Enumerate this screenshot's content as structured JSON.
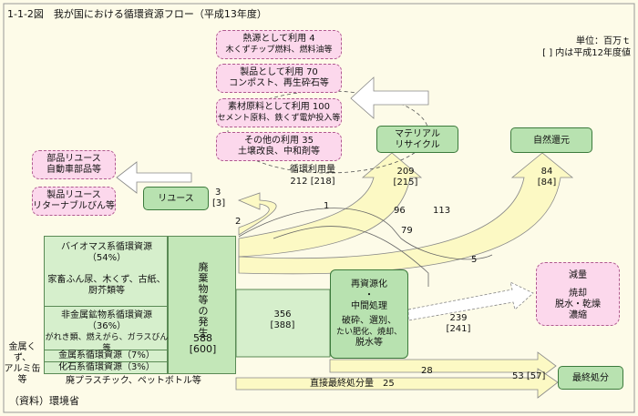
{
  "title": "1-1-2図　我が国における循環資源フロー（平成13年度）",
  "units": "単位：百万ｔ",
  "units_note": "[ ] 内は平成12年度値",
  "source_note": "（資料）環境省",
  "uses": [
    {
      "line1": "熱源として利用 4",
      "line2": "木くずチップ燃料、燃料油等"
    },
    {
      "line1": "製品として利用 70",
      "line2": "コンポスト、再生砕石等"
    },
    {
      "line1": "素材原料として利用 100",
      "line2": "セメント原料、鉄くず電炉投入等"
    },
    {
      "line1": "その他の利用 35",
      "line2": "土壌改良、中和剤等"
    }
  ],
  "reuse_boxes": [
    {
      "line1": "部品リユース",
      "line2": "自動車部品等"
    },
    {
      "line1": "製品リユース",
      "line2": "リターナブルびん等"
    }
  ],
  "reuse": "リユース",
  "material_recycle": {
    "line1": "マテリアル",
    "line2": "リサイクル"
  },
  "natural_return": "自然還元",
  "final_disposal": "最終処分",
  "reduction": {
    "title": "減量",
    "items": "焼却\n脱水・乾燥\n濃縮"
  },
  "recycled_amount": {
    "label": "循環利用量",
    "value": "212 [218]"
  },
  "processing": {
    "line1": "再資源化",
    "line2": "・",
    "line3": "中間処理",
    "line4": "破砕、選別、",
    "line5": "たい肥化、焼却、",
    "line6": "脱水等"
  },
  "sources": {
    "biomass": {
      "label": "バイオマス系循環資源",
      "pct": "（54%）",
      "examples": "家畜ふん尿、木くず、古紙、\n厨芥類等"
    },
    "nonmetal": {
      "label": "非金属鉱物系循環資源",
      "pct": "（36%）",
      "examples": "がれき類、燃えがら、ガラスびん等"
    },
    "metal": "金属系循環資源（7%）",
    "fossil": "化石系循環資源（3%）"
  },
  "metal_example": "金属くず、\nアルミ缶\n等",
  "fossil_example": "廃プラスチック、ペットボトル等",
  "generation": {
    "label": "廃棄物等の発生",
    "value": "588",
    "prev": "[600]"
  },
  "flows": {
    "reuse_in": "3",
    "reuse_in_prev": "[3]",
    "two": "2",
    "one": "1",
    "f96": "96",
    "f113": "113",
    "f79": "79",
    "f5": "5",
    "recycle_up": "209",
    "recycle_up_prev": "[215]",
    "nat": "84",
    "nat_prev": "[84]",
    "to_proc": "356",
    "to_proc_prev": "[388]",
    "red": "239",
    "red_prev": "[241]",
    "f28": "28",
    "fd": "53 [57]",
    "direct_label": "直接最終処分量",
    "direct_value": "25"
  }
}
